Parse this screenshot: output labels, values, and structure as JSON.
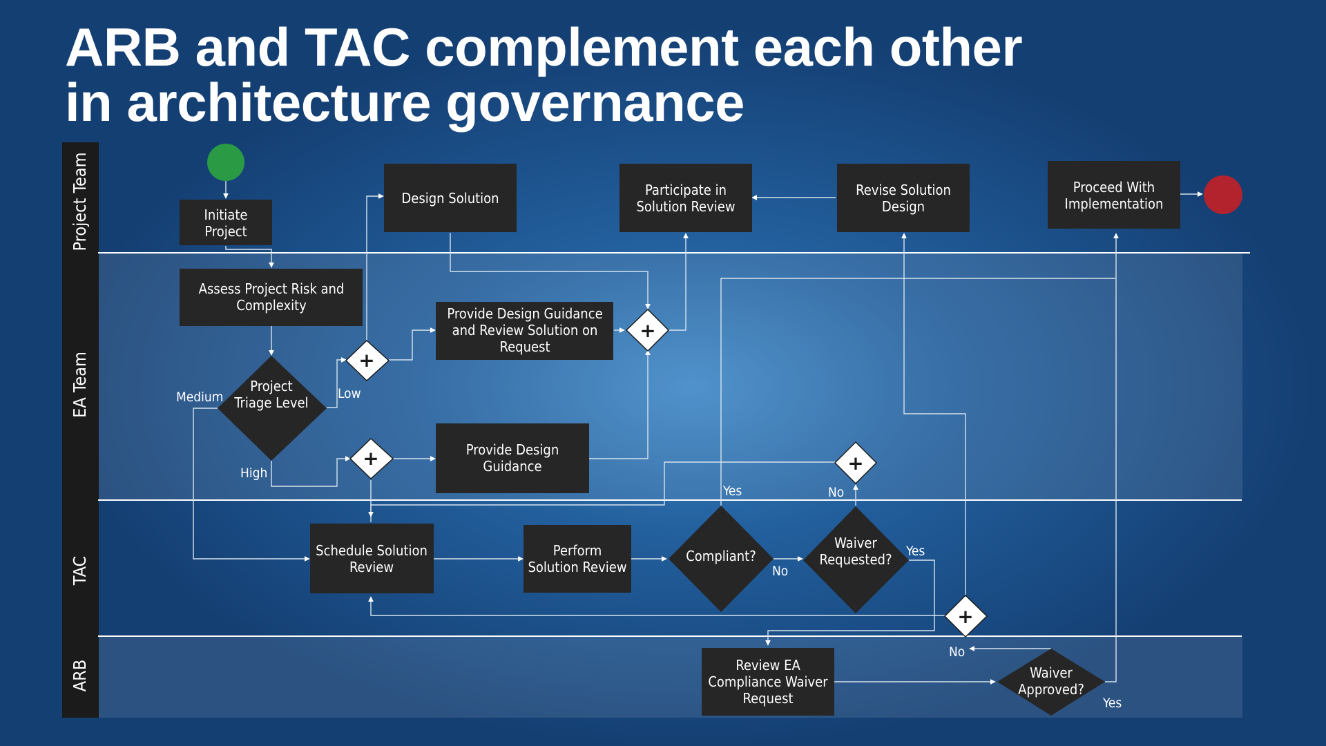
{
  "title": {
    "line1": "ARB and TAC complement each other",
    "line2": "in architecture governance"
  },
  "colors": {
    "start_event": "#2a9a45",
    "end_event": "#b3232d",
    "task_fill": "#262626",
    "background": "#1d5590"
  },
  "lanes": {
    "project_team": "Project Team",
    "ea_team": "EA Team",
    "tac": "TAC",
    "arb": "ARB"
  },
  "nodes": {
    "initiate": [
      "Initiate",
      "Project"
    ],
    "assess": [
      "Assess Project Risk and",
      "Complexity"
    ],
    "triage": [
      "Project",
      "Triage Level"
    ],
    "design_solution": [
      "Design Solution"
    ],
    "guidance_review": [
      "Provide Design Guidance",
      "and Review Solution on",
      "Request"
    ],
    "guidance": [
      "Provide Design",
      "Guidance"
    ],
    "participate": [
      "Participate in",
      "Solution Review"
    ],
    "revise": [
      "Revise Solution",
      "Design"
    ],
    "proceed": [
      "Proceed With",
      "Implementation"
    ],
    "schedule": [
      "Schedule Solution",
      "Review"
    ],
    "perform": [
      "Perform",
      "Solution Review"
    ],
    "compliant": [
      "Compliant?"
    ],
    "waiver_req": [
      "Waiver",
      "Requested?"
    ],
    "review_waiver": [
      "Review EA",
      "Compliance Waiver",
      "Request"
    ],
    "waiver_approved": [
      "Waiver",
      "Approved?"
    ]
  },
  "gateway_symbol": "+",
  "edge_labels": {
    "medium": "Medium",
    "low": "Low",
    "high": "High",
    "compliant_yes": "Yes",
    "compliant_no": "No",
    "waiver_req_no": "No",
    "waiver_req_yes": "Yes",
    "waiver_approved_no": "No",
    "waiver_approved_yes": "Yes"
  }
}
